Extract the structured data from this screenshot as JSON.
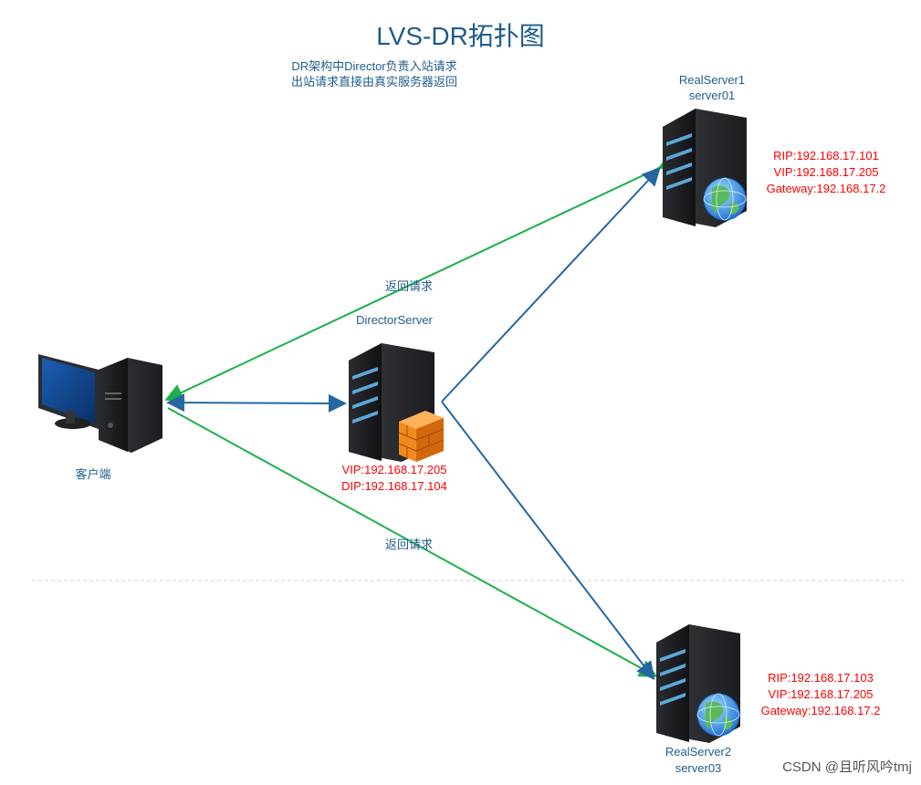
{
  "title": "LVS-DR拓扑图",
  "note": {
    "line1": "DR架构中Director负责入站请求",
    "line2": "出站请求直接由真实服务器返回"
  },
  "client": {
    "label": "客户端"
  },
  "director": {
    "name": "DirectorServer",
    "vip": "VIP:192.168.17.205",
    "dip": "DIP:192.168.17.104"
  },
  "real1": {
    "name": "RealServer1",
    "host": "server01",
    "rip": "RIP:192.168.17.101",
    "vip": "VIP:192.168.17.205",
    "gateway": "Gateway:192.168.17.2"
  },
  "real2": {
    "name": "RealServer2",
    "host": "server03",
    "rip": "RIP:192.168.17.103",
    "vip": "VIP:192.168.17.205",
    "gateway": "Gateway:192.168.17.2"
  },
  "edges": {
    "return_label_top": "返回请求",
    "return_label_bottom": "返回请求"
  },
  "colors": {
    "request": "#2467a0",
    "return": "#1cb04a",
    "title": "#1f5c8b",
    "ip": "#ff0000"
  },
  "watermark": "CSDN @且听风吟tmj"
}
